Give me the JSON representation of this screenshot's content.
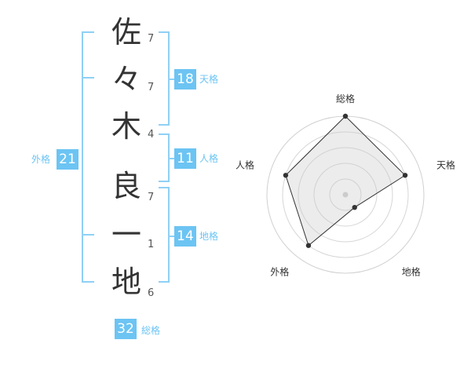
{
  "name": {
    "characters": [
      {
        "char": "佐",
        "strokes": "7"
      },
      {
        "char": "々",
        "strokes": "7"
      },
      {
        "char": "木",
        "strokes": "4"
      },
      {
        "char": "良",
        "strokes": "7"
      },
      {
        "char": "一",
        "strokes": "1"
      },
      {
        "char": "地",
        "strokes": "6"
      }
    ]
  },
  "fortune": {
    "tenkaku": {
      "value": "18",
      "label": "天格"
    },
    "jinkaku": {
      "value": "11",
      "label": "人格"
    },
    "chikaku": {
      "value": "14",
      "label": "地格"
    },
    "gaikaku": {
      "value": "21",
      "label": "外格"
    },
    "soukaku": {
      "value": "32",
      "label": "総格"
    }
  },
  "colors": {
    "accent": "#6cc4f3",
    "bracket": "#8fd0f5",
    "text": "#333333"
  },
  "chart_data": {
    "type": "radar",
    "axes": [
      "総格",
      "天格",
      "地格",
      "外格",
      "人格"
    ],
    "values": [
      5,
      4,
      1,
      4,
      4
    ],
    "rmax": 5,
    "rings": 5
  }
}
